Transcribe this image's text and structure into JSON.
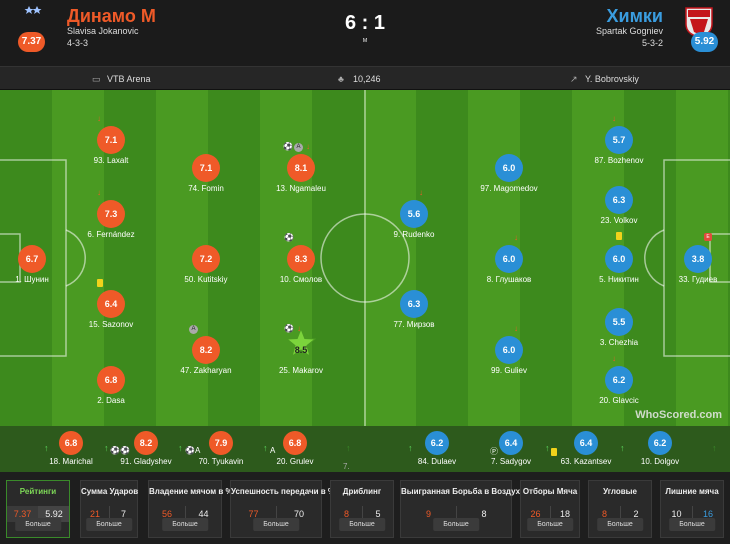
{
  "header": {
    "home": {
      "name": "Динамо М",
      "manager": "Slavisa Jokanovic",
      "formation": "4-3-3",
      "rating": "7.37",
      "color": "#ef5a28"
    },
    "away": {
      "name": "Химки",
      "manager": "Spartak Gogniev",
      "formation": "5-3-2",
      "rating": "5.92",
      "color": "#2a8fd6"
    },
    "score": "6 : 1",
    "status": "м"
  },
  "info": {
    "stadium": "VTB Arena",
    "attendance": "10,246",
    "referee": "Y. Bobrovskiy"
  },
  "watermark": "WhoScored.com",
  "home_players": [
    {
      "rating": "7.1",
      "name": "93. Laxalt"
    },
    {
      "rating": "7.3",
      "name": "6. Fernández"
    },
    {
      "rating": "6.7",
      "name": "1. Шунин"
    },
    {
      "rating": "6.4",
      "name": "15. Sazonov"
    },
    {
      "rating": "6.8",
      "name": "2. Dasa"
    },
    {
      "rating": "7.1",
      "name": "74. Fomin"
    },
    {
      "rating": "7.2",
      "name": "50. Kutitskiy"
    },
    {
      "rating": "8.2",
      "name": "47. Zakharyan"
    },
    {
      "rating": "8.1",
      "name": "13. Ngamaleu"
    },
    {
      "rating": "8.3",
      "name": "10. Смолов"
    },
    {
      "rating": "8.5",
      "name": "25. Makarov"
    }
  ],
  "away_players": [
    {
      "rating": "5.6",
      "name": "9. Rudenko"
    },
    {
      "rating": "6.3",
      "name": "77. Мирзов"
    },
    {
      "rating": "6.0",
      "name": "97. Magomedov"
    },
    {
      "rating": "6.0",
      "name": "8. Глушаков"
    },
    {
      "rating": "6.0",
      "name": "99. Guliev"
    },
    {
      "rating": "5.7",
      "name": "87. Bozhenov"
    },
    {
      "rating": "6.3",
      "name": "23. Volkov"
    },
    {
      "rating": "6.0",
      "name": "5. Никитин"
    },
    {
      "rating": "5.5",
      "name": "3. Chezhia"
    },
    {
      "rating": "6.2",
      "name": "20. Glavcic"
    },
    {
      "rating": "3.8",
      "name": "33. Гудиев"
    }
  ],
  "bench": [
    {
      "rating": "6.8",
      "name": "18. Marichal",
      "side": "home"
    },
    {
      "rating": "8.2",
      "name": "91. Gladyshev",
      "side": "home"
    },
    {
      "rating": "7.9",
      "name": "70. Tyukavin",
      "side": "home"
    },
    {
      "rating": "6.8",
      "name": "20. Grulev",
      "side": "home"
    },
    {
      "rating": "6.2",
      "name": "84. Dulaev",
      "side": "away"
    },
    {
      "rating": "6.4",
      "name": "7. Sadygov",
      "side": "away"
    },
    {
      "rating": "6.4",
      "name": "63. Kazantsev",
      "side": "away"
    },
    {
      "rating": "6.2",
      "name": "10. Dolgov",
      "side": "away"
    }
  ],
  "bench_partial": "7.",
  "stats": [
    {
      "title": "Рейтинги",
      "home": "7.37",
      "away": "5.92",
      "button": "Больше",
      "active": true
    },
    {
      "title": "Сумма Ударов",
      "home": "21",
      "away": "7",
      "button": "Больше"
    },
    {
      "title": "Владение мячом в %",
      "home": "56",
      "away": "44",
      "button": "Больше"
    },
    {
      "title": "Успешность передачи в %",
      "home": "77",
      "away": "70",
      "button": "Больше"
    },
    {
      "title": "Дриблинг",
      "home": "8",
      "away": "5",
      "button": "Больше"
    },
    {
      "title": "Выигранная Борьба в Воздухе",
      "home": "9",
      "away": "8",
      "button": "Больше"
    },
    {
      "title": "Отборы Мяча",
      "home": "26",
      "away": "18",
      "button": "Больше"
    },
    {
      "title": "Угловые",
      "home": "8",
      "away": "2",
      "button": "Больше"
    },
    {
      "title": "Лишние мяча",
      "home": "10",
      "away": "16",
      "button": "Больше"
    }
  ]
}
